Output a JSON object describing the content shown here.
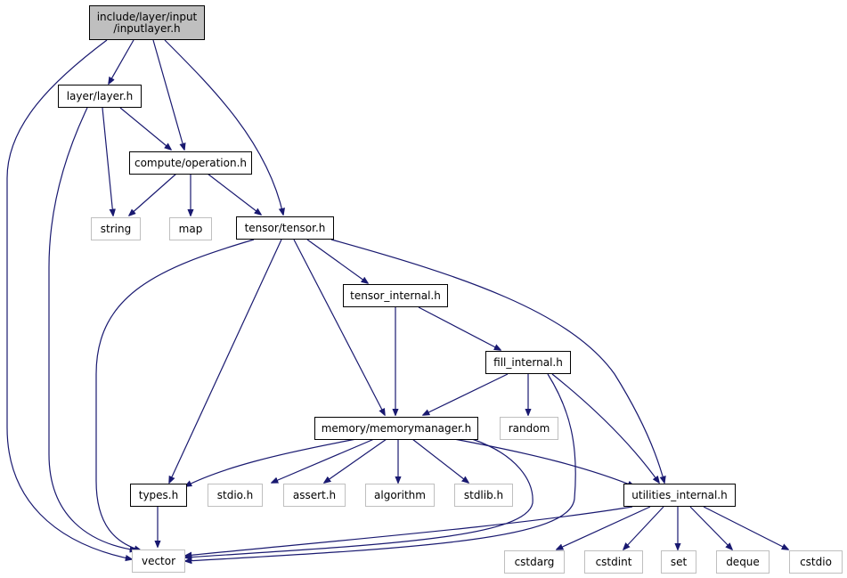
{
  "colors": {
    "edge": "#191970",
    "root_fill": "#bfbfbf",
    "project_border": "#000000",
    "system_border": "#bfbfbf"
  },
  "nodes": {
    "root": {
      "line1": "include/layer/input",
      "line2": "/inputlayer.h"
    },
    "layer_h": "layer/layer.h",
    "operation_h": "compute/operation.h",
    "string": "string",
    "map": "map",
    "tensor_h": "tensor/tensor.h",
    "tensor_internal_h": "tensor_internal.h",
    "fill_internal_h": "fill_internal.h",
    "random": "random",
    "memorymanager_h": "memory/memorymanager.h",
    "types_h": "types.h",
    "stdio_h": "stdio.h",
    "assert_h": "assert.h",
    "algorithm": "algorithm",
    "stdlib_h": "stdlib.h",
    "utilities_internal_h": "utilities_internal.h",
    "vector": "vector",
    "cstdarg": "cstdarg",
    "cstdint": "cstdint",
    "set": "set",
    "deque": "deque",
    "cstdio": "cstdio"
  }
}
